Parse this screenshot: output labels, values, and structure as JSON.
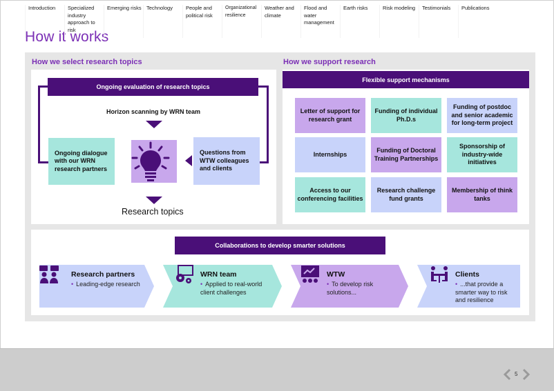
{
  "title": "How it works",
  "select_section": {
    "heading": "How we select research topics",
    "banner": "Ongoing evaluation of research topics",
    "horizon": "Horizon scanning by WRN team",
    "left_box": "Ongoing dialogue with our WRN research partners",
    "right_box": "Questions from WTW  colleagues and clients",
    "result": "Research topics"
  },
  "support_section": {
    "heading": "How we support research",
    "banner": "Flexible support mechanisms",
    "mechanisms": [
      "Letter of support for research grant",
      "Funding of individual Ph.D.s",
      "Funding of postdoc and senior academic for long-term project",
      "Internships",
      "Funding of  Doctoral Training Partnerships",
      "Sponsorship of industry-wide initiatives",
      "Access to our conferencing facilities",
      "Research challenge fund grants",
      "Membership of think tanks"
    ]
  },
  "collab_section": {
    "banner": "Collaborations to develop smarter solutions",
    "steps": [
      {
        "title": "Research partners",
        "bullet": "Leading-edge research",
        "icon": "people-chat-icon"
      },
      {
        "title": "WRN team",
        "bullet": "Applied to real-world client challenges",
        "icon": "gears-screen-icon"
      },
      {
        "title": "WTW",
        "bullet": "To develop risk solutions...",
        "icon": "presentation-icon"
      },
      {
        "title": "Clients",
        "bullet": "...that provide a smarter way to risk and resilience",
        "icon": "meeting-table-icon"
      }
    ]
  },
  "footer": {
    "nav": [
      "Introduction",
      "Specialized industry approach to risk",
      "Emerging risks",
      "Technology",
      "People and political risk",
      "Organizational resilience",
      "Weather and climate",
      "Flood and water management",
      "Earth risks",
      "Risk modeling",
      "Testimonials",
      "Publications"
    ],
    "page_number": "5"
  },
  "colors": {
    "accent_purple": "#7b2fb5",
    "banner_purple": "#4a0f78",
    "teal": "#a6e6dd",
    "lavender": "#c8d3fa",
    "violet": "#c8a7ec"
  }
}
